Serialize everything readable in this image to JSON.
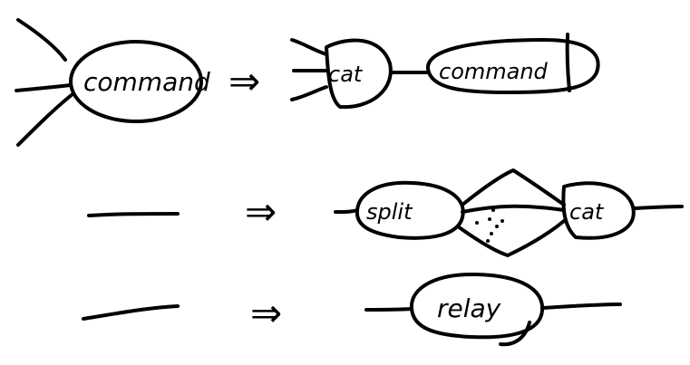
{
  "diagram": {
    "labels": {
      "command_original": "command",
      "cat_top": "cat",
      "command_right": "command",
      "split": "split",
      "cat_middle": "cat",
      "relay": "relay"
    },
    "arrow_symbol": "⇒"
  }
}
